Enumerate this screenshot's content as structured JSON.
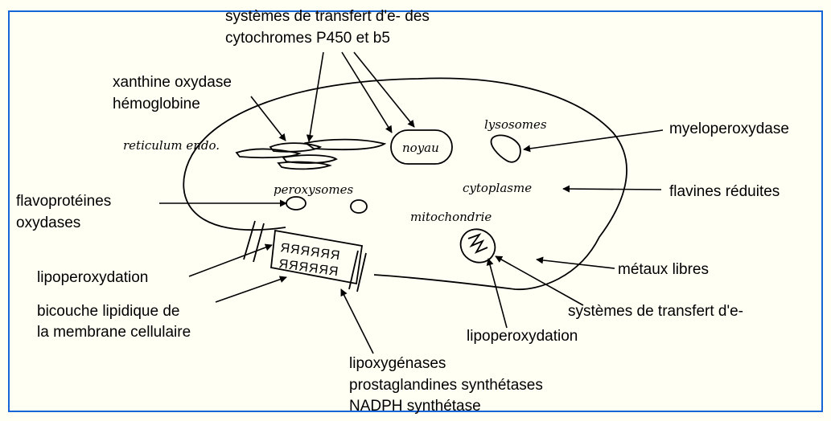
{
  "colors": {
    "background": "#fffff4",
    "frame": "#1565d8",
    "ink": "#000000"
  },
  "labels": {
    "p450_line1": "systèmes de transfert d'e- des",
    "p450_line2": "cytochromes P450 et b5",
    "xanthine_line1": "xanthine oxydase",
    "xanthine_line2": "hémoglobine",
    "myelo": "myeloperoxydase",
    "flavo_line1": "flavoprotéines",
    "flavo_line2": "oxydases",
    "flavines": "flavines réduites",
    "lipoperox_left": "lipoperoxydation",
    "metaux": "métaux libres",
    "bicouche_line1": "bicouche lipidique de",
    "bicouche_line2": "la membrane cellulaire",
    "transfert_mito": "systèmes de transfert d'e-",
    "lipoperox_mito": "lipoperoxydation",
    "lipox_line1": "lipoxygénases",
    "lipox_line2": "prostaglandines synthétases",
    "lipox_line3": "NADPH synthétase"
  },
  "organelles": {
    "reticulum": "reticulum endo.",
    "noyau": "noyau",
    "lysosomes": "lysosomes",
    "peroxysomes": "peroxysomes",
    "cytoplasme": "cytoplasme",
    "mitochondrie": "mitochondrie"
  }
}
